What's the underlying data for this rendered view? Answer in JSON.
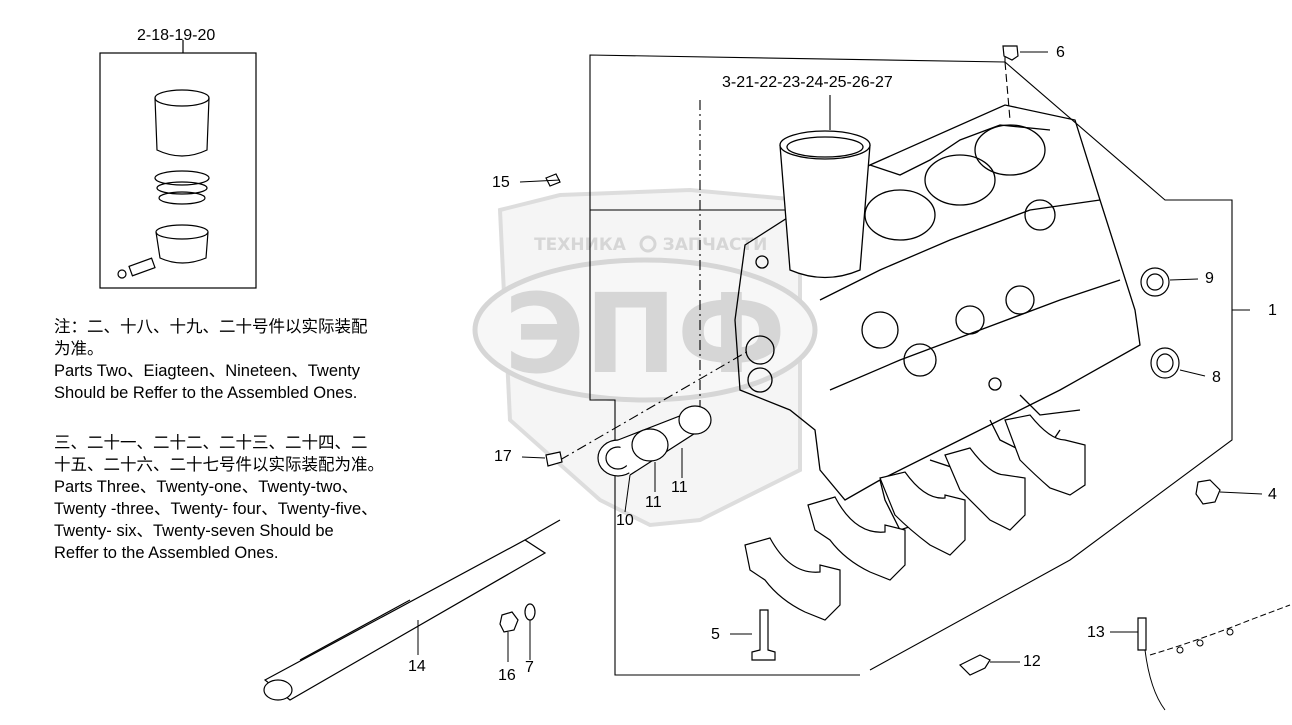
{
  "callouts": {
    "c_2_18_19_20": "2-18-19-20",
    "c_3_27": "3-21-22-23-24-25-26-27",
    "c6": "6",
    "c15": "15",
    "c9": "9",
    "c1": "1",
    "c8": "8",
    "c17": "17",
    "c4": "4",
    "c11a": "11",
    "c11b": "11",
    "c10": "10",
    "c5": "5",
    "c13": "13",
    "c12": "12",
    "c14": "14",
    "c16": "16",
    "c7": "7"
  },
  "notes": {
    "block1": [
      "注：二、十八、十九、二十号件以实际装配",
      "为准。",
      "Parts Two、Eiagteen、Nineteen、Twenty",
      "Should  be Reffer to the Assembled Ones."
    ],
    "block2": [
      "三、二十一、二十二、二十三、二十四、二",
      "十五、二十六、二十七号件以实际装配为准。",
      "Parts Three、Twenty-one、Twenty-two、",
      "Twenty -three、Twenty- four、Twenty-five、",
      "Twenty- six、Twenty-seven Should  be",
      "Reffer to the Assembled Ones."
    ]
  },
  "watermark": {
    "top_left": "ТЕХНИКА",
    "top_right": "ЗАПЧАСТИ",
    "logo": "ЭПФ"
  }
}
